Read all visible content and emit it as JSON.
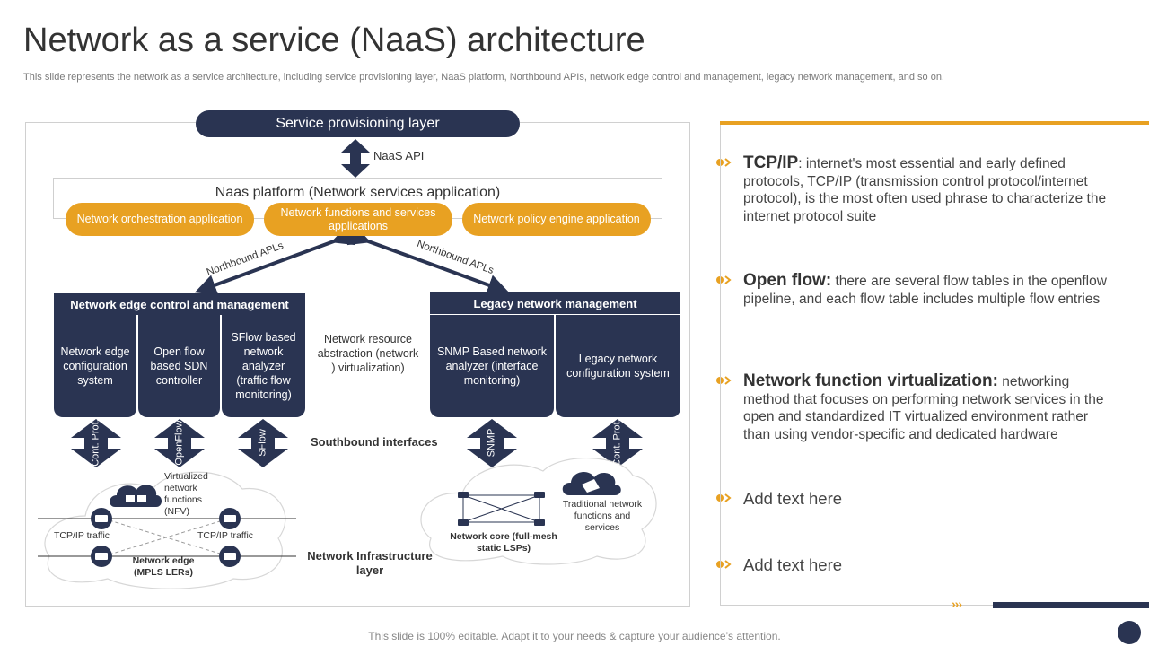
{
  "title": "Network as a service (NaaS) architecture",
  "subtitle": "This slide represents the network as a service architecture, including service provisioning layer, NaaS platform, Northbound APIs, network edge control and management, legacy network management, and so on.",
  "footer": "This slide is 100% editable. Adapt it to your needs & capture your audience’s attention.",
  "colors": {
    "navy": "#2a3452",
    "orange": "#e8a122"
  },
  "diagram": {
    "service_provisioning_layer": "Service provisioning layer",
    "naas_api": "NaaS API",
    "platform_title": "Naas platform (Network services application)",
    "platform_apps": [
      "Network orchestration application",
      "Network functions and services applications",
      "Network policy engine application"
    ],
    "northbound_left": "Northbound APLs",
    "northbound_right": "Northbound APLs",
    "edge_block": {
      "header": "Network edge control and management",
      "cells": [
        "Network edge configuration system",
        "Open flow based SDN controller",
        "SFlow based network analyzer (traffic flow monitoring)"
      ]
    },
    "legacy_block": {
      "header": "Legacy network management",
      "cells": [
        "SNMP Based network analyzer (interface monitoring)",
        "Legacy network configuration system"
      ]
    },
    "center_text": "Network resource abstraction (network ) virtualization)",
    "southbound_label": "Southbound interfaces",
    "southbound_arrows": [
      "Cont. Prot.",
      "OpenFlow",
      "SFlow",
      "SNMP",
      "Cont. Prot."
    ],
    "vnf_label": "Virtualized network functions (NFV)",
    "tcpip_left": "TCP/IP  traffic",
    "tcpip_right": "TCP/IP  traffic",
    "network_edge": "Network edge (MPLS LERs)",
    "network_core": "Network core (full-mesh static LSPs)",
    "traditional": "Traditional network functions and services",
    "infra_label": "Network Infrastructure  layer"
  },
  "right_panel": {
    "items": [
      {
        "heading": "TCP/IP",
        "separator": ": ",
        "body": "internet's most essential and early defined protocols, TCP/IP (transmission control protocol/internet protocol), is the most often used phrase to characterize the internet protocol suite"
      },
      {
        "heading": "Open flow:",
        "separator": " ",
        "body": "there are several flow tables in the openflow pipeline, and each flow table includes multiple flow entries"
      },
      {
        "heading": "Network function virtualization:",
        "separator": " ",
        "body": "networking method that focuses on performing network services in the open and standardized IT virtualized environment rather than using vendor-specific and dedicated hardware"
      },
      {
        "heading": "",
        "separator": "",
        "body": "Add text here"
      },
      {
        "heading": "",
        "separator": "",
        "body": "Add text here"
      }
    ]
  }
}
